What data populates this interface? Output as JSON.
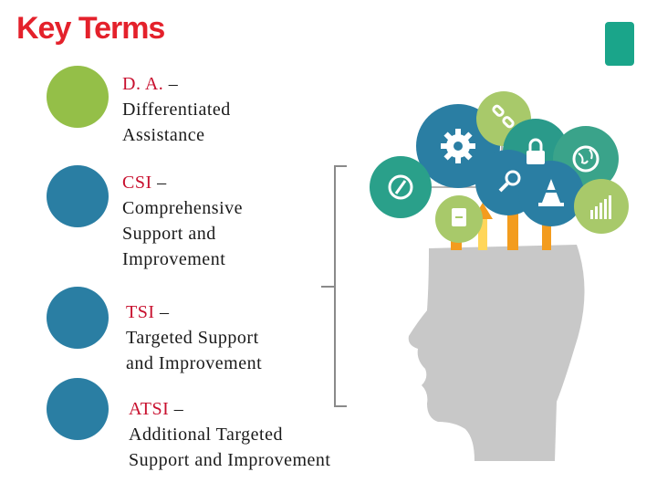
{
  "title": "Key Terms",
  "colors": {
    "title": "#e4212b",
    "abbr": "#c8102e",
    "bullet_green": "#94bf48",
    "bullet_blue": "#2a7ea3",
    "accent_tab": "#1aa58a"
  },
  "terms": [
    {
      "abbr": "D. A.",
      "dash": " –",
      "lines": [
        "Differentiated",
        "Assistance"
      ]
    },
    {
      "abbr": "CSI",
      "dash": " –",
      "lines": [
        "Comprehensive",
        "Support and",
        "Improvement"
      ]
    },
    {
      "abbr": "TSI",
      "dash": " –",
      "lines": [
        "Targeted Support",
        "and Improvement"
      ]
    },
    {
      "abbr": "ATSI",
      "dash": " –",
      "lines": [
        "Additional Targeted",
        "Support and Improvement"
      ]
    }
  ],
  "illustration": {
    "icons": [
      "gear-icon",
      "link-icon",
      "lock-icon",
      "globe-icon",
      "compass-icon",
      "search-icon",
      "cone-icon",
      "bar-chart-icon",
      "document-icon"
    ]
  }
}
